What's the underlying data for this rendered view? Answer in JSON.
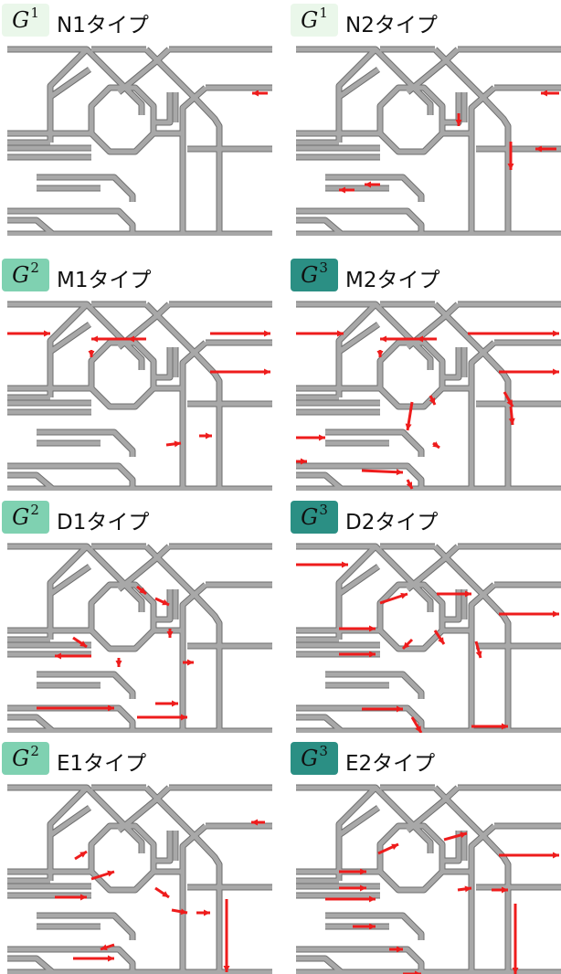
{
  "panels": [
    {
      "badge": "G",
      "sup": "1",
      "label": "N1タイプ",
      "badge_color": "#eaf7ea"
    },
    {
      "badge": "G",
      "sup": "1",
      "label": "N2タイプ",
      "badge_color": "#eaf7ea"
    },
    {
      "badge": "G",
      "sup": "2",
      "label": "M1タイプ",
      "badge_color": "#7fd1b1"
    },
    {
      "badge": "G",
      "sup": "3",
      "label": "M2タイプ",
      "badge_color": "#2b8f84"
    },
    {
      "badge": "G",
      "sup": "2",
      "label": "D1タイプ",
      "badge_color": "#7fd1b1"
    },
    {
      "badge": "G",
      "sup": "3",
      "label": "D2タイプ",
      "badge_color": "#2b8f84"
    },
    {
      "badge": "G",
      "sup": "2",
      "label": "E1タイプ",
      "badge_color": "#7fd1b1"
    },
    {
      "badge": "G",
      "sup": "3",
      "label": "E2タイプ",
      "badge_color": "#2b8f84"
    }
  ],
  "colors": {
    "track": "#a8a8a8",
    "track_edge": "#6e6e6e",
    "arrow": "#ee1c1c"
  }
}
